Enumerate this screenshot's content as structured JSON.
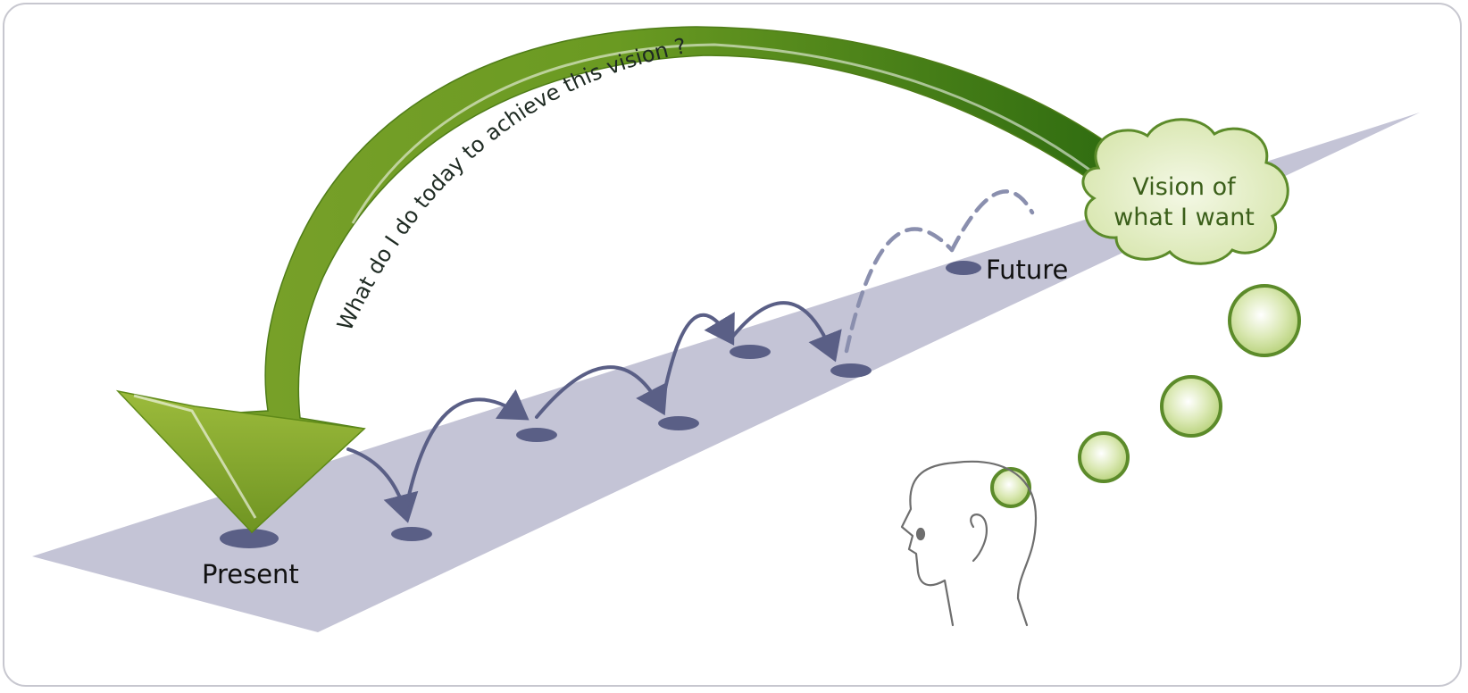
{
  "diagram": {
    "present_label": "Present",
    "future_label": "Future",
    "arc_caption": "What do I do today to achieve this vision ?",
    "vision_line1": "Vision of",
    "vision_line2": "what I want"
  },
  "colors": {
    "road": "#c4c4d6",
    "step": "#5a5f86",
    "arrow_light": "#8cab2c",
    "arrow_dark": "#2f6a0f",
    "bubble_stroke": "#5c8b2a",
    "bubble_fill": "#e4eec4",
    "head_stroke": "#6e6e6e"
  }
}
